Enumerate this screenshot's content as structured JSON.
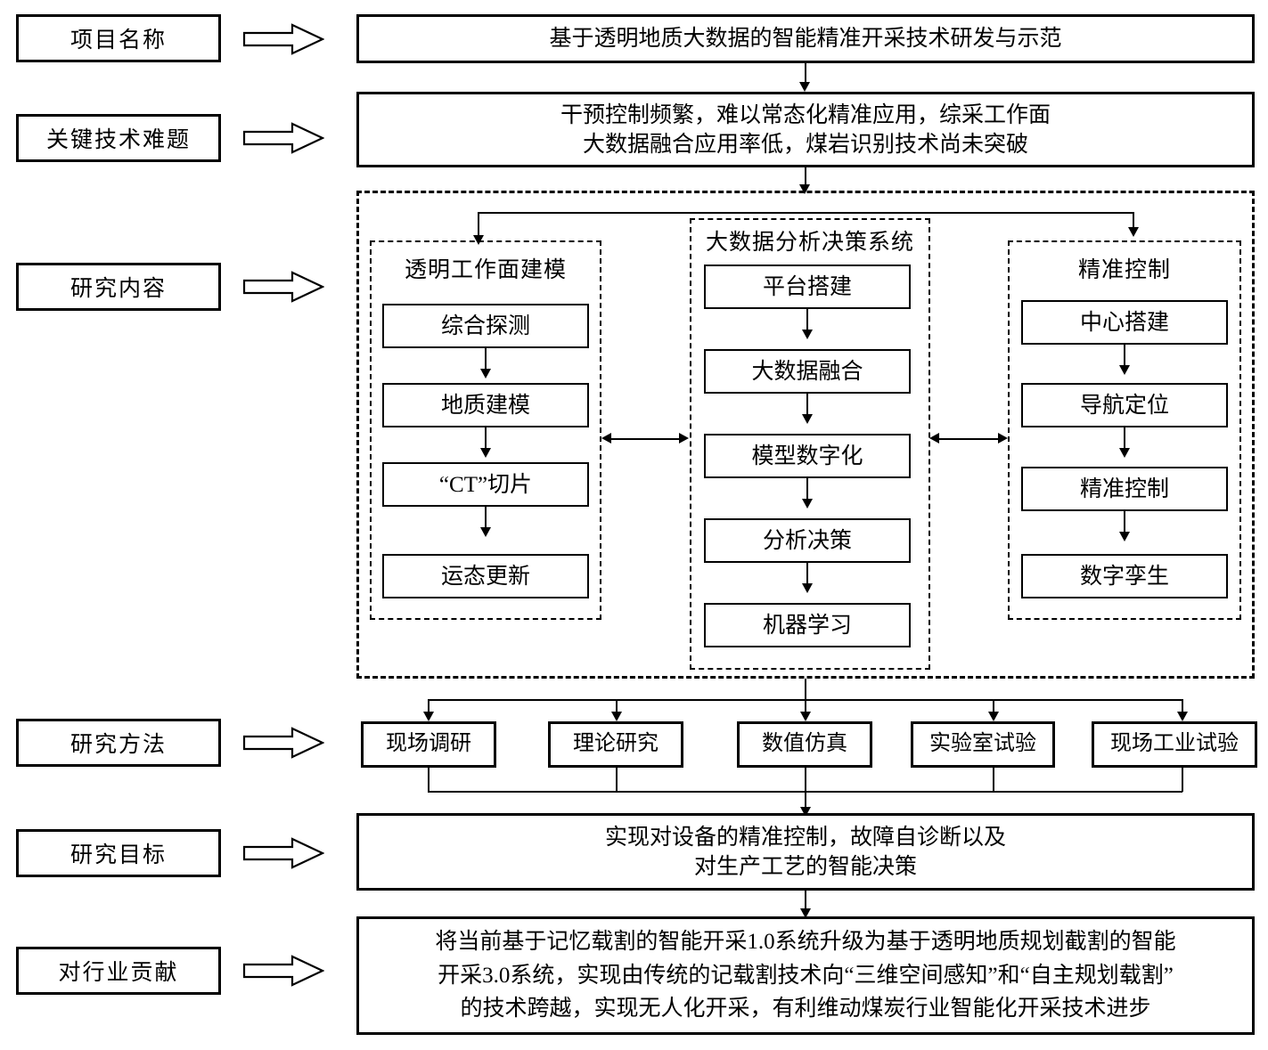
{
  "categories": [
    {
      "id": "project-name",
      "label": "项目名称"
    },
    {
      "id": "key-difficulty",
      "label": "关键技术难题"
    },
    {
      "id": "research-content",
      "label": "研究内容"
    },
    {
      "id": "research-method",
      "label": "研究方法"
    },
    {
      "id": "research-goal",
      "label": "研究目标"
    },
    {
      "id": "industry-contribution",
      "label": "对行业贡献"
    }
  ],
  "project_title": {
    "text": "基于透明地质大数据的智能精准开采技术研发与示范"
  },
  "key_problem": {
    "line1": "干预控制频繁，难以常态化精准应用，综采工作面",
    "line2": "大数据融合应用率低，煤岩识别技术尚未突破"
  },
  "research_content": {
    "groups": [
      {
        "id": "transparent-face-modeling",
        "title": "透明工作面建模",
        "nodes": [
          "综合探测",
          "地质建模",
          "“CT”切片",
          "运态更新"
        ]
      },
      {
        "id": "big-data-decision-system",
        "title": "大数据分析决策系统",
        "nodes": [
          "平台搭建",
          "大数据融合",
          "模型数字化",
          "分析决策",
          "机器学习"
        ]
      },
      {
        "id": "precision-control",
        "title": "精准控制",
        "nodes": [
          "中心搭建",
          "导航定位",
          "精准控制",
          "数字孪生"
        ]
      }
    ]
  },
  "research_methods": {
    "items": [
      "现场调研",
      "理论研究",
      "数值仿真",
      "实验室试验",
      "现场工业试验"
    ]
  },
  "research_goal": {
    "line1": "实现对设备的精准控制，故障自诊断以及",
    "line2": "对生产工艺的智能决策"
  },
  "industry_contribution": {
    "line1": "将当前基于记忆载割的智能开采1.0系统升级为基于透明地质规划截割的智能",
    "line2": "开采3.0系统，实现由传统的记载割技术向“三维空间感知”和“自主规划载割”",
    "line3": "的技术跨越，实现无人化开采，有利维动煤炭行业智能化开采技术进步"
  },
  "icons": {
    "pointer": "block-arrow-right-icon"
  },
  "colors": {
    "stroke": "#000000",
    "background": "#ffffff"
  }
}
